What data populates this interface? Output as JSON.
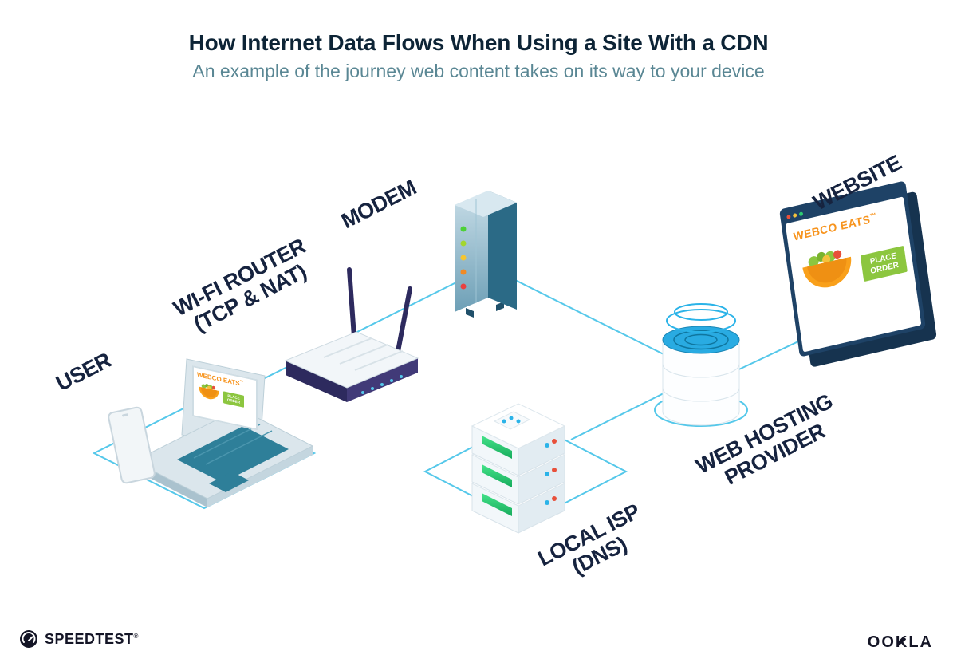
{
  "header": {
    "title": "How Internet Data Flows When Using a Site With a CDN",
    "subtitle": "An example of the journey web content takes on its way to your device"
  },
  "nodes": {
    "user": {
      "label": "USER"
    },
    "router": {
      "label": "WI-FI ROUTER",
      "label2": "(TCP & NAT)"
    },
    "modem": {
      "label": "MODEM"
    },
    "isp": {
      "label": "LOCAL ISP",
      "label2": "(DNS)"
    },
    "hosting": {
      "label": "WEB HOSTING",
      "label2": "PROVIDER"
    },
    "website": {
      "label": "WEBSITE"
    }
  },
  "website_window": {
    "brand": "WEBCO EATS",
    "trademark": "™",
    "order_button": "PLACE ORDER"
  },
  "laptop_screen": {
    "brand": "WEBCO EATS",
    "trademark": "™",
    "order_button": "PLACE ORDER"
  },
  "footer": {
    "speedtest": "SPEEDTEST",
    "speedtest_mark": "®",
    "ookla": "OOKLA"
  },
  "colors": {
    "accent_cyan": "#55C8EA",
    "navy": "#16233F",
    "title_navy": "#0D2436",
    "subtitle_teal": "#5A8794",
    "orange": "#F7941E",
    "green": "#8CC63F",
    "water_blue": "#29ABE2",
    "laptop_teal": "#2E7F99",
    "router_purple": "#2D2A5E"
  }
}
